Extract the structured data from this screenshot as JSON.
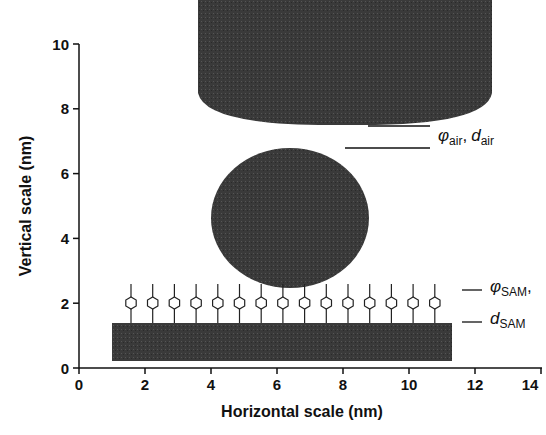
{
  "diagram": {
    "labels": [
      "10",
      "8",
      "6",
      "4",
      "2",
      "0",
      "0",
      "2",
      "4",
      "6",
      "8",
      "10",
      "12",
      "14",
      "Vertical scale (nm)",
      "Horizontal scale (nm)",
      "φ",
      "air",
      ",",
      "d",
      "air",
      "φ",
      "SAM",
      ",",
      "d",
      "SAM"
    ]
  }
}
